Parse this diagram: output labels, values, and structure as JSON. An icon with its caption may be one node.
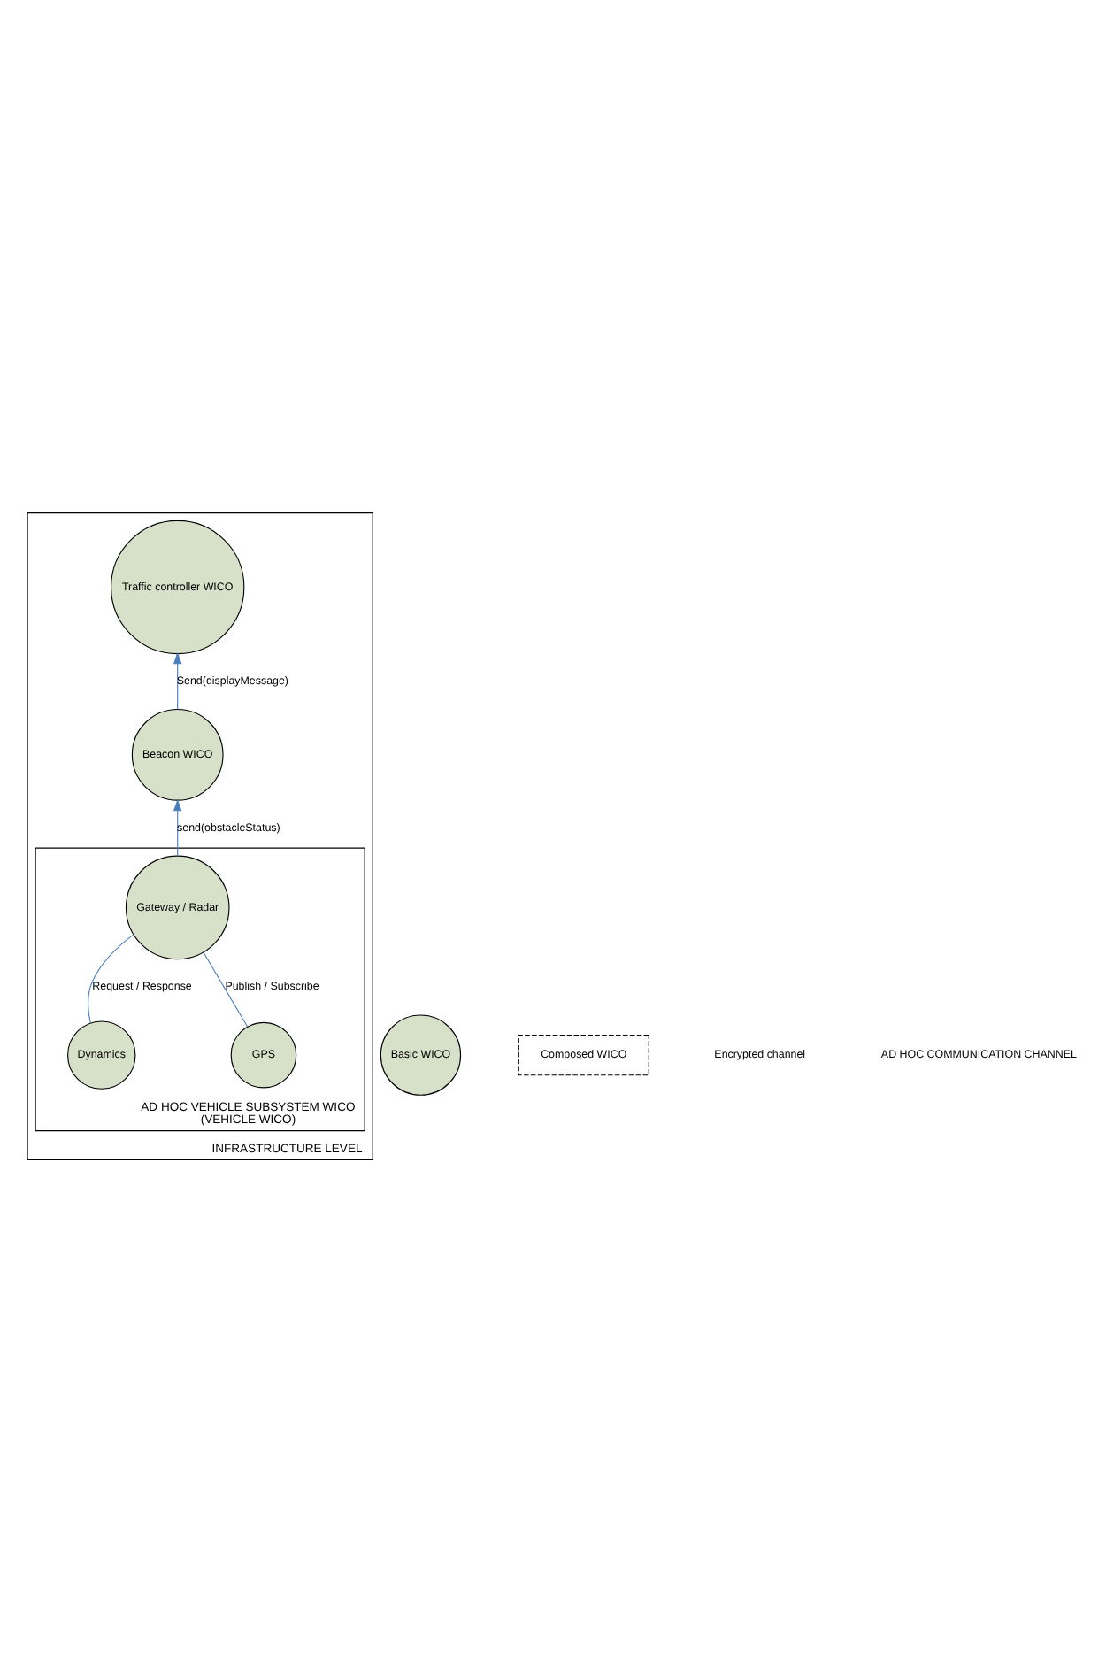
{
  "diagram": {
    "nodes": [
      {
        "text": [
          "INFRASTRUCTURE LEVEL"
        ]
      },
      {
        "text": [
          "Traffic controller WICO"
        ],
        "in": 0
      },
      {
        "text": [
          "Beacon WICO"
        ],
        "in": 0
      },
      {
        "text": [
          "AD HOC VEHICLE SUBSYSTEM WICO",
          "(VEHICLE WICO)"
        ],
        "in": 0
      },
      {
        "text": [
          "Gateway / Radar"
        ],
        "in": 3
      },
      {
        "text": [
          "GPS"
        ],
        "in": 3
      },
      {
        "text": [
          "Dynamics"
        ],
        "in": 3
      },
      {
        "text": [
          "Basic WICO"
        ]
      },
      {
        "text": [
          "Composed WICO"
        ]
      }
    ],
    "edges": [
      {
        "from": 2,
        "to": 1,
        "arrow": "to",
        "label": "Send(displayMessage)"
      },
      {
        "from": 4,
        "to": 2,
        "arrow": "to",
        "label": "send(obstacleStatus)"
      },
      {
        "from": 5,
        "to": 4,
        "arrow": "none",
        "label": "Publish / Subscribe"
      },
      {
        "from": 6,
        "to": 4,
        "arrow": "none",
        "label": "Request / Response"
      }
    ],
    "labels": [
      "Encrypted channel",
      "AD HOC COMMUNICATION CHANNEL"
    ]
  }
}
